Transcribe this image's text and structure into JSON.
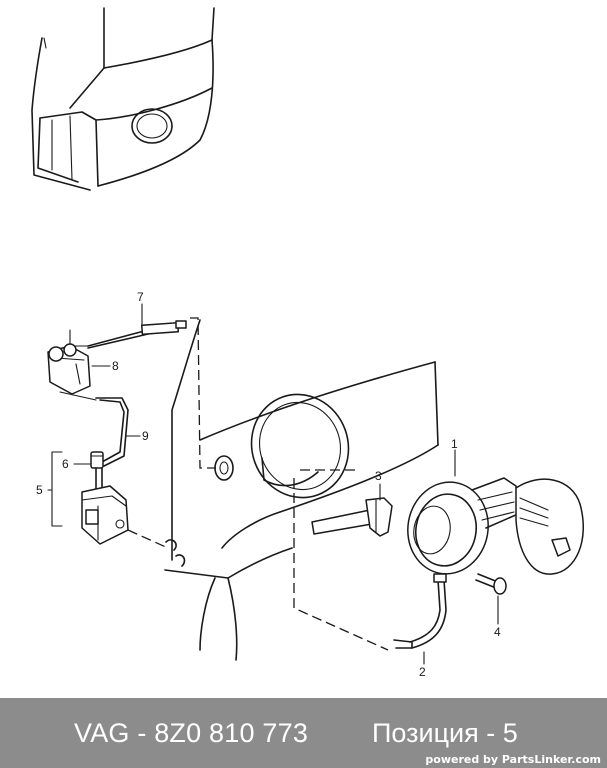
{
  "callouts": {
    "c1": "1",
    "c2": "2",
    "c3": "3",
    "c4": "4",
    "c5": "5",
    "c6": "6",
    "c7": "7",
    "c8": "8",
    "c9": "9"
  },
  "footer": {
    "part_number": "VAG - 8Z0 810 773",
    "position": "Позиция - 5",
    "brand": "powered by PartsLinker.com"
  },
  "colors": {
    "footer_bg": "#8c8c8c",
    "footer_text": "#ffffff",
    "line": "#1a1a1a"
  }
}
